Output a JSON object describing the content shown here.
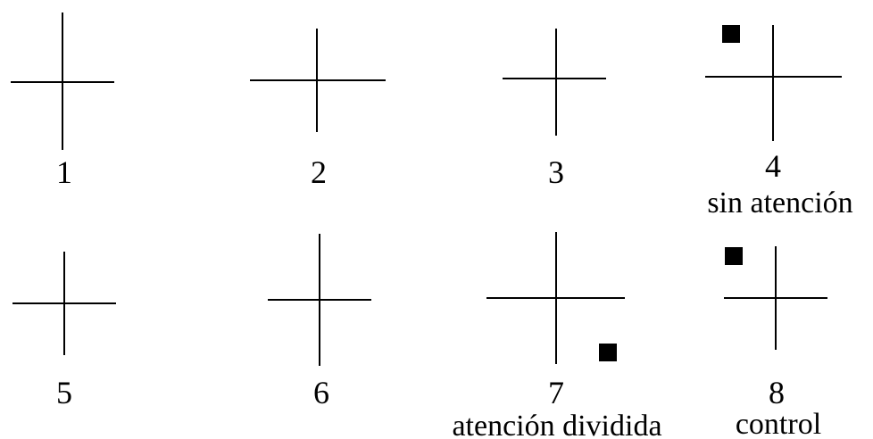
{
  "trials": [
    {
      "number": "1",
      "condition": ""
    },
    {
      "number": "2",
      "condition": ""
    },
    {
      "number": "3",
      "condition": ""
    },
    {
      "number": "4",
      "condition": "sin atención"
    },
    {
      "number": "5",
      "condition": ""
    },
    {
      "number": "6",
      "condition": ""
    },
    {
      "number": "7",
      "condition": "atención dividida"
    },
    {
      "number": "8",
      "condition": "control"
    }
  ],
  "colors": {
    "ink": "#000000",
    "background": "#ffffff"
  }
}
